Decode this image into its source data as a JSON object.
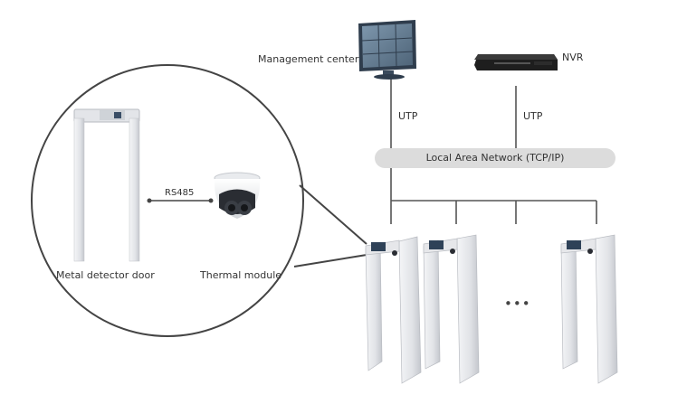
{
  "labels": {
    "management_center": "Management center",
    "nvr": "NVR",
    "utp_left": "UTP",
    "utp_right": "UTP",
    "lan": "Local Area Network (TCP/IP)",
    "rs485": "RS485",
    "metal_detector_door": "Metal detector door",
    "thermal_module": "Thermal module",
    "ellipsis": "•••"
  },
  "colors": {
    "line": "#555555",
    "lan_pill": "#dcdcdc",
    "door_frame": "#e6e7ea",
    "door_shadow": "#b9bcc2",
    "monitor_body": "#3a4a5c",
    "nvr_body": "#1e1e1e"
  },
  "icons": [
    "monitor-icon",
    "nvr-recorder-icon",
    "dome-camera-icon",
    "metal-detector-door-icon"
  ]
}
